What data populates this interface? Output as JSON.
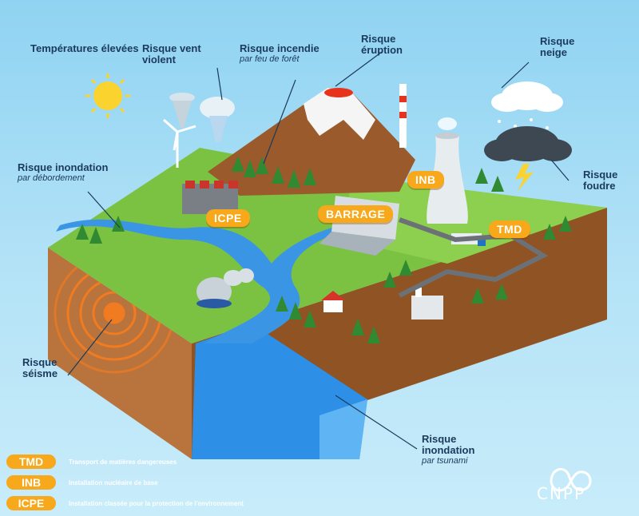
{
  "labels": {
    "temperatures": {
      "title": "Températures élevées"
    },
    "vent": {
      "title": "Risque vent violent"
    },
    "incendie": {
      "title": "Risque incendie",
      "sub": "par feu de forêt"
    },
    "eruption": {
      "title": "Risque éruption"
    },
    "neige": {
      "title": "Risque neige"
    },
    "inondation_debordement": {
      "title": "Risque inondation",
      "sub": "par débordement"
    },
    "foudre": {
      "title": "Risque foudre"
    },
    "seisme": {
      "title": "Risque séisme"
    },
    "inondation_tsunami": {
      "title": "Risque inondation",
      "sub": "par tsunami"
    }
  },
  "tags": {
    "icpe": "ICPE",
    "barrage": "BARRAGE",
    "inb": "INB",
    "tmd": "TMD"
  },
  "legend": [
    {
      "badge": "TMD",
      "text": "Transport de matières dangereuses"
    },
    {
      "badge": "INB",
      "text": "Installation nucléaire de base"
    },
    {
      "badge": "ICPE",
      "text": "Installation classée pour la protection de l'environnement"
    }
  ],
  "logo": {
    "text": "CNPP",
    "icon": "cnpp-logo-icon"
  },
  "colors": {
    "accent": "#f7a81b",
    "label": "#1b3a5c",
    "grass": "#7cc242",
    "water": "#2f8fe0",
    "soil": "#b96f3a"
  }
}
